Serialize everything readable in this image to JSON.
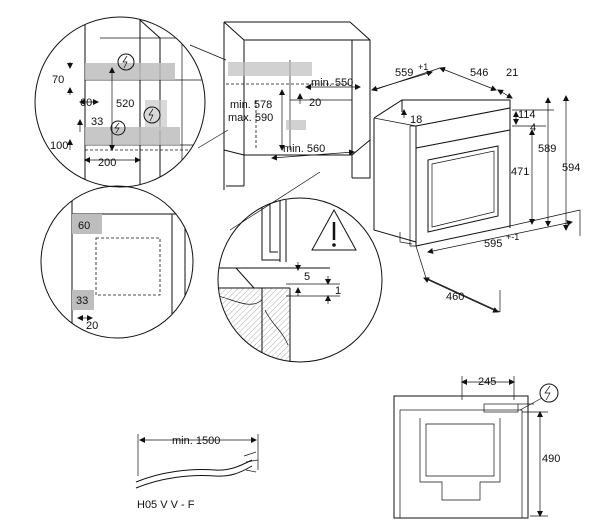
{
  "cabinet": {
    "min_550": "min. 550",
    "d_20": "20",
    "min_578": "min. 578",
    "max_590": "max. 590",
    "min_560": "min. 560"
  },
  "detail_top": {
    "d_70": "70",
    "d_60": "60",
    "d_520": "520",
    "d_33": "33",
    "d_100": "100",
    "d_200": "200"
  },
  "detail_mid": {
    "d_60": "60",
    "d_33": "33",
    "d_20": "20"
  },
  "detail_install": {
    "d_5": "5",
    "d_1": "1"
  },
  "oven": {
    "d_559": "559",
    "d_559_tol": "+1",
    "d_546": "546",
    "d_21": "21",
    "d_18": "18",
    "d_114": "114",
    "d_4": "4",
    "d_471": "471",
    "d_589": "589",
    "d_594": "594",
    "d_595": "595",
    "d_595_tol": "+-1",
    "d_460": "460"
  },
  "cable": {
    "min_1500": "min. 1500",
    "type": "H05 V V - F"
  },
  "back_view": {
    "d_245": "245",
    "d_490": "490"
  }
}
